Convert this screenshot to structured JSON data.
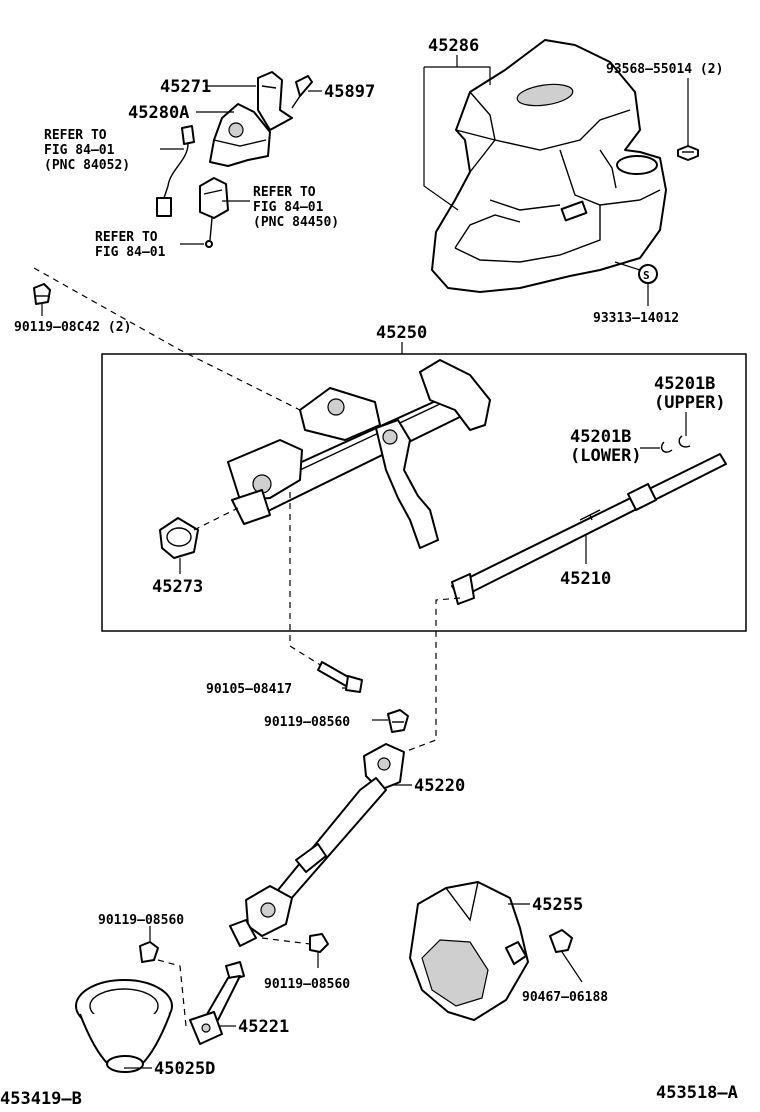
{
  "labels": {
    "p45286": "45286",
    "p93568": "93568–55014 (2)",
    "p45271": "45271",
    "p45897": "45897",
    "p45280A": "45280A",
    "refer1a": "REFER TO",
    "refer1b": "FIG 84–01",
    "refer1c": "(PNC 84052)",
    "refer2a": "REFER TO",
    "refer2b": "FIG 84–01",
    "refer2c": "(PNC 84450)",
    "refer3a": "REFER TO",
    "refer3b": "FIG 84–01",
    "p93313": "93313–14012",
    "p90119_08C42": "90119–08C42 (2)",
    "p45250": "45250",
    "p45201B_up": "45201B",
    "p45201B_up_note": "(UPPER)",
    "p45201B_lo": "45201B",
    "p45201B_lo_note": "(LOWER)",
    "p45273": "45273",
    "p45210": "45210",
    "p90105": "90105–08417",
    "p90119_a": "90119–08560",
    "p45220": "45220",
    "p90119_b": "90119–08560",
    "p45255": "45255",
    "p90119_c": "90119–08560",
    "p90467": "90467–06188",
    "p45221": "45221",
    "p45025D": "45025D",
    "fig_left": "453419–B",
    "fig_right": "453518–A"
  }
}
